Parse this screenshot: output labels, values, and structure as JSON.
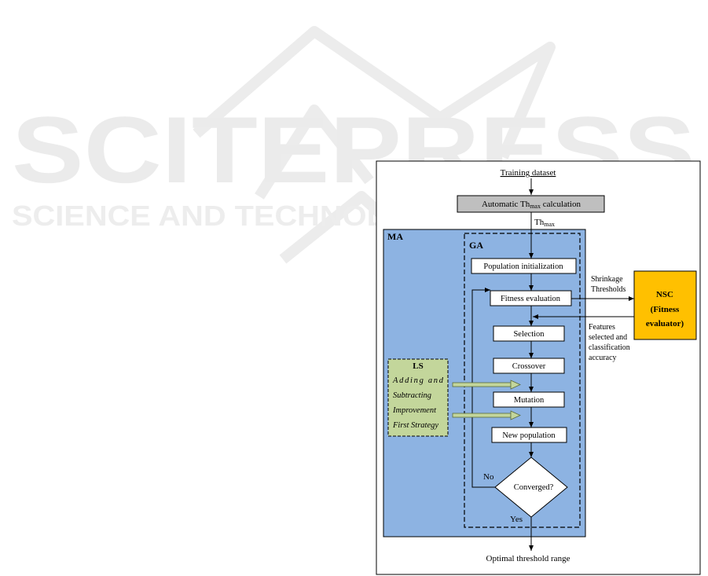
{
  "watermark": {
    "name": "SCITEPRESS",
    "tagline": "SCIENCE AND TECHNOLOGY PUBLICATIONS"
  },
  "flowchart": {
    "input": "Training dataset",
    "auto_calc": {
      "prefix": "Automatic ",
      "th": "Th",
      "sub": "max",
      "suffix": " calculation"
    },
    "arrow_label": {
      "th": "Th",
      "sub": "max"
    },
    "ma_label": "MA",
    "ga_label": "GA",
    "steps": {
      "init": "Population initialization",
      "fitness": "Fitness evaluation",
      "selection": "Selection",
      "crossover": "Crossover",
      "mutation": "Mutation",
      "new_population": "New population"
    },
    "decision": "Converged?",
    "no_label": "No",
    "yes_label": "Yes",
    "output": "Optimal threshold range",
    "ls": {
      "title": "LS",
      "lines": [
        "Adding and",
        "Subtracting",
        "Improvement",
        "First Strategy"
      ]
    },
    "nsc": {
      "title": "NSC",
      "lines": [
        "(Fitness",
        "evaluator)"
      ]
    },
    "to_nsc": [
      "Shrinkage",
      "Thresholds"
    ],
    "from_nsc": [
      "Features",
      "selected and",
      "classification",
      "accuracy"
    ],
    "colors": {
      "ma_fill": "#8DB3E2",
      "ls_fill": "#C3D69B",
      "nsc_fill": "#FFC000",
      "auto_fill": "#BFBFBF"
    }
  }
}
